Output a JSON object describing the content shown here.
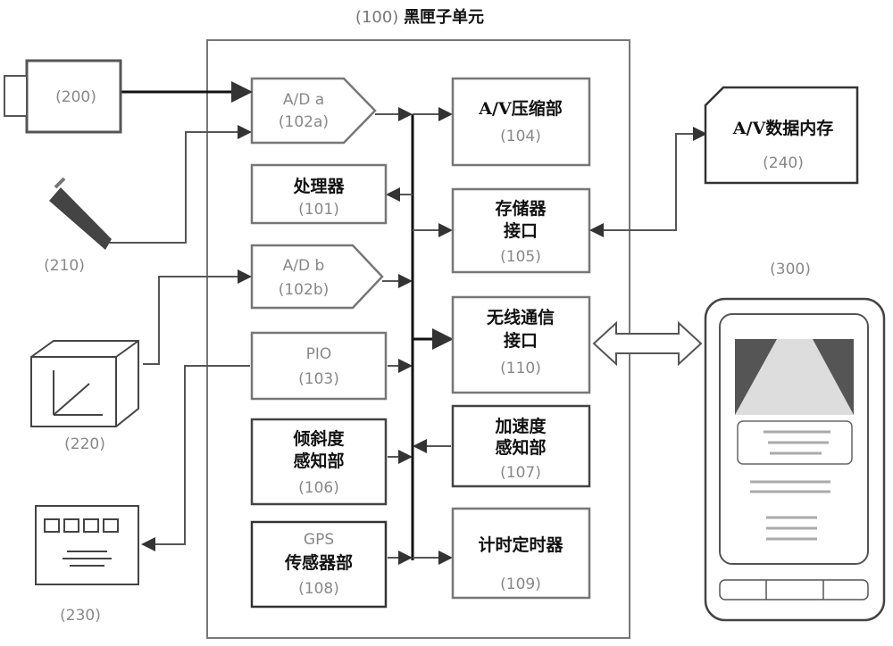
{
  "title": {
    "ref": "(100)",
    "name": "黑匣子单元"
  },
  "blocks": {
    "ad_a": {
      "name": "A/D a",
      "ref": "(102a)"
    },
    "av_comp": {
      "name": "A/V压缩部",
      "ref": "(104)"
    },
    "processor": {
      "name": "处理器",
      "ref": "(101)"
    },
    "storage_if": {
      "name1": "存储器",
      "name2": "接口",
      "ref": "(105)"
    },
    "ad_b": {
      "name": "A/D b",
      "ref": "(102b)"
    },
    "wireless_if": {
      "name1": "无线通信",
      "name2": "接口",
      "ref": "(110)"
    },
    "pio": {
      "name": "PIO",
      "ref": "(103)"
    },
    "accel": {
      "name1": "加速度",
      "name2": "感知部",
      "ref": "(107)"
    },
    "tilt": {
      "name1": "倾斜度",
      "name2": "感知部",
      "ref": "(106)"
    },
    "gps": {
      "name1": "GPS",
      "name2": "传感器部",
      "ref": "(108)"
    },
    "timer": {
      "name": "计时定时器",
      "ref": "(109)"
    }
  },
  "external": {
    "camera": "(200)",
    "pen": "(210)",
    "sensor_box": "(220)",
    "display": "(230)",
    "av_memory": {
      "name": "A/V数据内存",
      "ref": "(240)"
    },
    "phone": "(300)"
  }
}
